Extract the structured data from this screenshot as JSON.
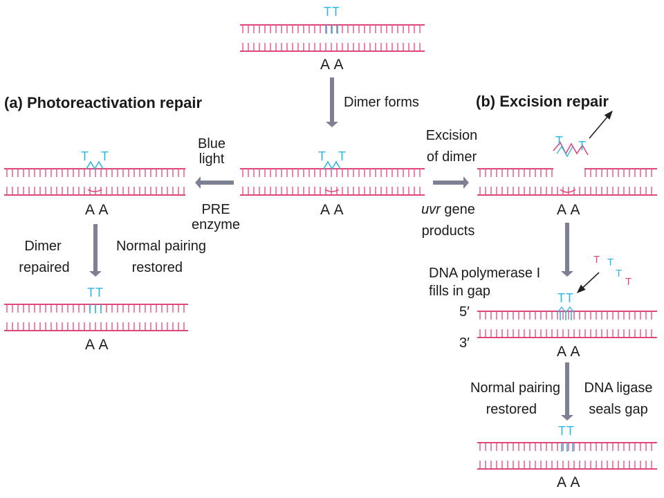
{
  "headings": {
    "photoreactivation": "(a) Photoreactivation repair",
    "excision": "(b) Excision repair"
  },
  "labels": {
    "dimer_forms": "Dimer forms",
    "blue_light_1": "Blue",
    "blue_light_2": "light",
    "pre_enzyme_1": "PRE",
    "pre_enzyme_2": "enzyme",
    "excision_of_dimer_1": "Excision",
    "excision_of_dimer_2": "of dimer",
    "uvr_italic": "uvr",
    "uvr_rest": " gene",
    "gene_products": "products",
    "dimer_repaired_1": "Dimer",
    "dimer_repaired_2": "repaired",
    "normal_pairing_a_1": "Normal pairing",
    "normal_pairing_a_2": "restored",
    "dna_pol_1": "DNA polymerase I",
    "dna_pol_2": "fills in gap",
    "five_prime": "5′",
    "three_prime": "3′",
    "normal_pairing_b_1": "Normal pairing",
    "normal_pairing_b_2": "restored",
    "ligase_1": "DNA ligase",
    "ligase_2": "seals gap"
  },
  "bases": {
    "aa": "A A",
    "tt": "TT",
    "t": "T"
  },
  "colors": {
    "strand": "#e0457b",
    "thymine": "#2fb4e6",
    "arrow": "#7f7f93",
    "text": "#1a1a1a"
  }
}
